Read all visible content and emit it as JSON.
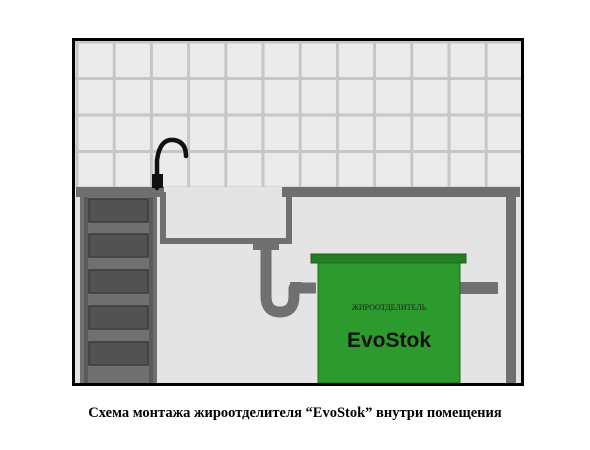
{
  "caption": "Схема монтажа жироотделителя “EvoStok” внутри помещения",
  "separator": {
    "small_label": "ЖИРООТДЕЛИТЕЛЬ",
    "brand_label": "EvoStok"
  },
  "colors": {
    "frame": "#000000",
    "tile_fill": "#e9e9e9",
    "tile_grout": "#c8c8c8",
    "room_background": "#e4e4e4",
    "counter": "#6e6e6e",
    "pipe": "#707070",
    "faucet": "#111111",
    "drawer_fill": "#707070",
    "drawer_face": "#525252",
    "separator_green": "#2c9a2c",
    "separator_lid": "#227e22"
  },
  "icons": {
    "faucet": "faucet-icon",
    "trap": "siphon-trap-icon"
  }
}
